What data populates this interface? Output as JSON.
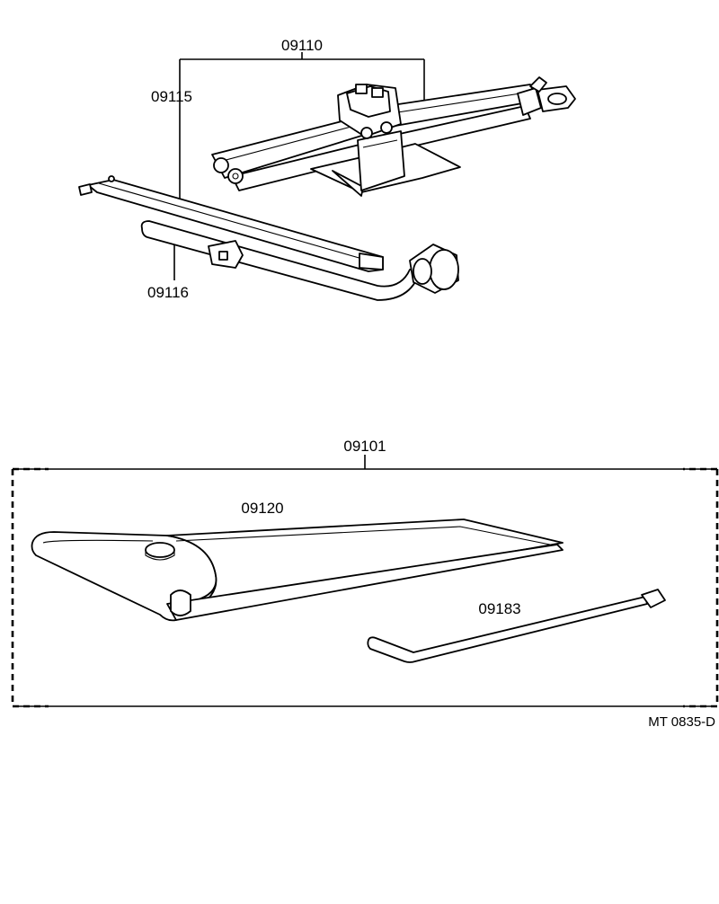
{
  "part_numbers": {
    "jack_assembly": "09110",
    "jack_handle": "09115",
    "wheel_nut_wrench": "09116",
    "tool_set": "09101",
    "tool_bag": "09120",
    "screwdriver_lever": "09183"
  },
  "reference_code": "MT  0835-D"
}
